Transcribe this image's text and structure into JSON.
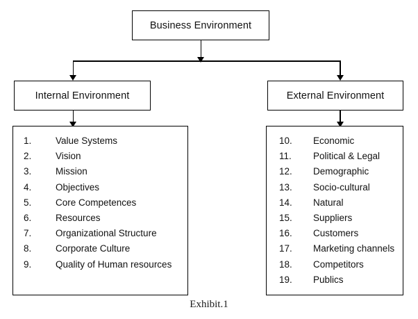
{
  "diagram": {
    "root": {
      "label": "Business Environment"
    },
    "branches": [
      {
        "id": "internal",
        "label": "Internal Environment"
      },
      {
        "id": "external",
        "label": "External Environment"
      }
    ],
    "internal_items": [
      {
        "num": "1.",
        "text": "Value Systems"
      },
      {
        "num": "2.",
        "text": "Vision"
      },
      {
        "num": "3.",
        "text": "Mission"
      },
      {
        "num": "4.",
        "text": "Objectives"
      },
      {
        "num": "5.",
        "text": "Core Competences"
      },
      {
        "num": "6.",
        "text": "Resources"
      },
      {
        "num": "7.",
        "text": "Organizational  Structure"
      },
      {
        "num": "8.",
        "text": "Corporate Culture"
      },
      {
        "num": "9.",
        "text": "Quality of Human resources"
      }
    ],
    "external_items": [
      {
        "num": "10.",
        "text": "Economic"
      },
      {
        "num": "11.",
        "text": "Political & Legal"
      },
      {
        "num": "12.",
        "text": "Demographic"
      },
      {
        "num": "13.",
        "text": "Socio-cultural"
      },
      {
        "num": "14.",
        "text": "Natural"
      },
      {
        "num": "15.",
        "text": "Suppliers"
      },
      {
        "num": "16.",
        "text": "Customers"
      },
      {
        "num": "17.",
        "text": "Marketing channels"
      },
      {
        "num": "18.",
        "text": "Competitors"
      },
      {
        "num": "19.",
        "text": "Publics"
      }
    ],
    "caption": "Exhibit.1",
    "colors": {
      "line": "#000000",
      "text": "#111111",
      "background": "#ffffff"
    }
  }
}
